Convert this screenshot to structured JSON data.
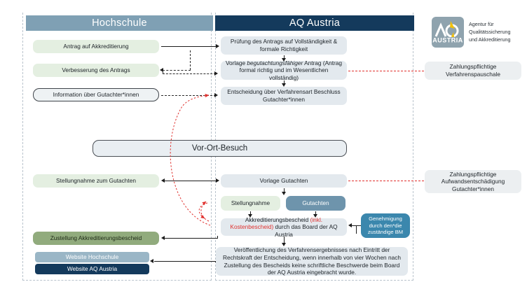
{
  "columns": {
    "hochschule": {
      "title": "Hochschule"
    },
    "aq": {
      "title": "AQ Austria"
    }
  },
  "logo": {
    "mark_top": "AQ",
    "mark_bottom": "AUSTRIA",
    "line1": "Agentur für",
    "line2": "Qualitätssicherung",
    "line3": "und Akkreditierung"
  },
  "hochschule_nodes": {
    "antrag": "Antrag auf Akkreditierung",
    "verbesserung": "Verbesserung des Antrags",
    "information": "Information über Gutachter*innen",
    "stellungnahme_gutachten": "Stellungnahme zum Gutachten",
    "zustellung": "Zustellung Akkreditierungsbescheid",
    "website_hs": "Website Hochschule",
    "website_aq": "Website AQ Austria"
  },
  "aq_nodes": {
    "pruefung": "Prüfung des Antrags auf Vollständigkeit & formale Richtigkeit",
    "vorlage_antrag_pre": "Vorlage ",
    "vorlage_antrag_ital": "begutachtungsfähiger",
    "vorlage_antrag_post": " Antrag (Antrag formal richtig und im Wesentlichen vollständig)",
    "entscheidung": "Entscheidung über Verfahrensart Beschluss Gutachter*innen",
    "vorlage_gutachten": "Vorlage Gutachten",
    "stellungnahme": "Stellungnahme",
    "gutachten": "Gutachten",
    "bescheid_pre": "Akkreditierungsbescheid ",
    "bescheid_red": "(inkl. Kostenbescheid)",
    "bescheid_post": " durch das Board der AQ Austria",
    "veroeffentlichung": "Veröffentlichung des Verfahrensergebnisses nach Eintritt der Rechtskraft der Entscheidung, wenn innerhalb von vier Wochen nach Zustellung des Bescheids keine schriftliche Beschwerde beim Board der AQ Austria eingebracht wurde."
  },
  "shared_nodes": {
    "vor_ort_besuch": "Vor-Ort-Besuch"
  },
  "side_nodes": {
    "verfahrenspauschale": "Zahlungspflichtige Verfahrenspauschale",
    "aufwandsentschaedigung": "Zahlungspflichtige Aufwandsentschädigung Gutachter*innen"
  },
  "external_nodes": {
    "genehmigung": "Genehmigung durch den*die zuständige BM"
  },
  "colors": {
    "header_hochschule": "#7fa0b4",
    "header_aq": "#143a5c",
    "node_green": "#e4efe1",
    "node_green_dark": "#91ab7d",
    "node_grey": "#e3e9ee",
    "node_blue": "#6e94ac",
    "node_blue_mid": "#9ab6c6",
    "node_navy": "#143a5c",
    "node_steel": "#3b87ad",
    "accent_red": "#e0312e",
    "logo_bg": "#8fa3ae",
    "logo_accent": "#f2c10a"
  }
}
